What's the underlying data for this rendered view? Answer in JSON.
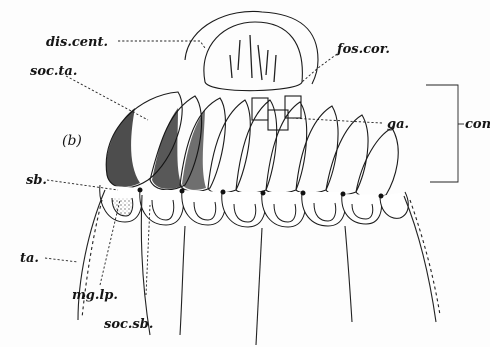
{
  "figure": {
    "panel_label": "(b)",
    "labels": {
      "dis_cent": "dis.cent.",
      "fos_cor": "fos.cor.",
      "soc_ta": "soc.ta.",
      "ga": "ga.",
      "con": "con",
      "sb": "sb.",
      "ta": "ta.",
      "mg_lp": "mg.lp.",
      "soc_sb": "soc.sb."
    }
  }
}
